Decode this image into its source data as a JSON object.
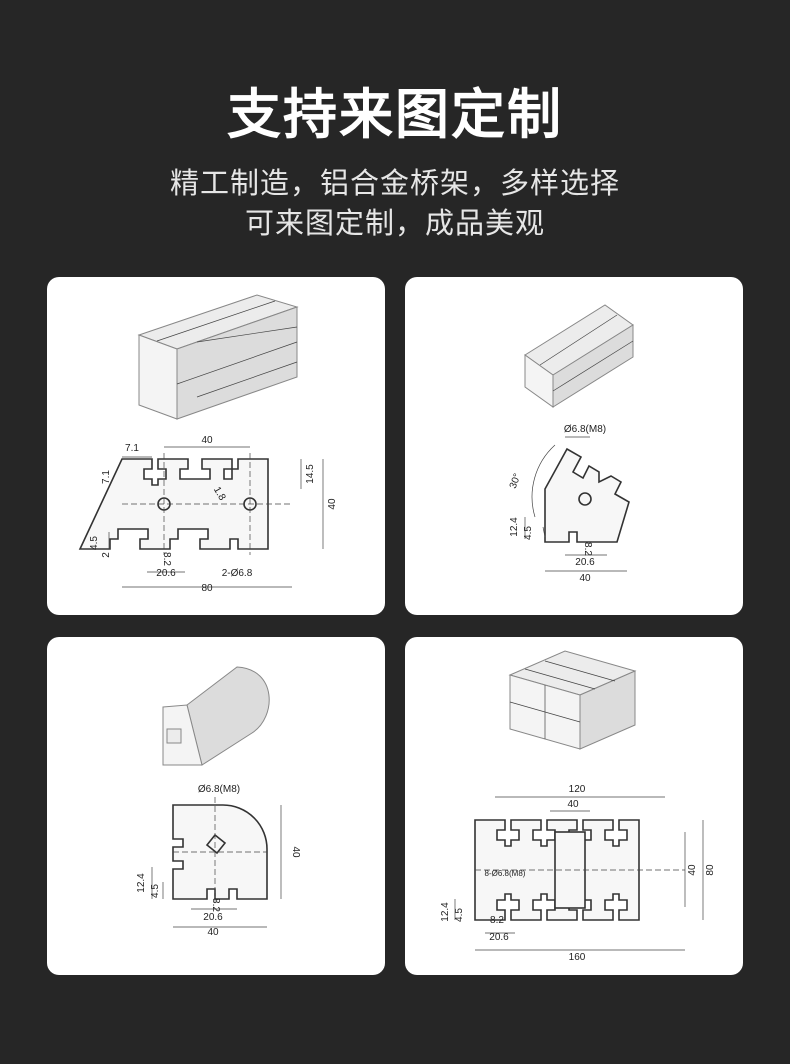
{
  "header": {
    "title": "支持来图定制",
    "subtitle_line1": "精工制造，铝合金桥架，多样选择",
    "subtitle_line2": "可来图定制，成品美观"
  },
  "cards": [
    {
      "dims": [
        "7.1",
        "40",
        "7.1",
        "14.5",
        "40",
        "1.8",
        "4.5",
        "2",
        "8.2",
        "20.6",
        "2-Ø6.8",
        "80"
      ]
    },
    {
      "dims": [
        "Ø6.8(M8)",
        "30°",
        "12.4",
        "4.5",
        "8.2",
        "20.6",
        "40"
      ]
    },
    {
      "dims": [
        "Ø6.8(M8)",
        "40",
        "12.4",
        "4.5",
        "8.2",
        "20.6",
        "40"
      ]
    },
    {
      "dims": [
        "120",
        "40",
        "8-Ø6.8(M8)",
        "40",
        "80",
        "12.4",
        "4.5",
        "8.2",
        "20.6",
        "160"
      ]
    }
  ]
}
